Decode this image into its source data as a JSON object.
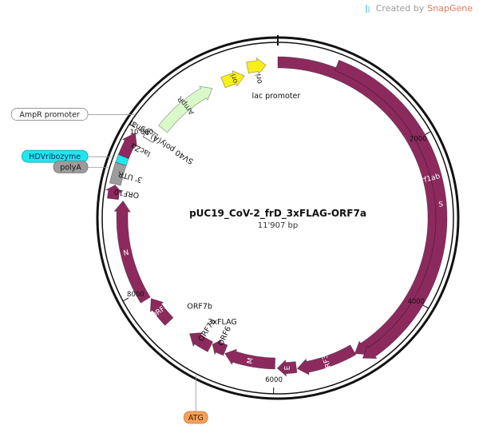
{
  "watermark": {
    "prefix": "Created by",
    "brand": "SnapGene"
  },
  "plasmid": {
    "name": "pUC19_CoV-2_frD_3xFLAG-ORF7a",
    "length_label": "11'907 bp",
    "total_bp": 11907
  },
  "ticks": [
    {
      "bp": 2000,
      "label": "2000"
    },
    {
      "bp": 4000,
      "label": "4000"
    },
    {
      "bp": 6000,
      "label": "6000"
    },
    {
      "bp": 8000,
      "label": "8000"
    },
    {
      "bp": 10000,
      "label": "10'000"
    }
  ],
  "features": [
    {
      "id": "orf1ab",
      "label": "orf1ab",
      "start": 0,
      "end": 4975,
      "dir": 1,
      "color": "#8c2a5e",
      "label_inside": true,
      "r": 195
    },
    {
      "id": "s",
      "label": "S",
      "start": 700,
      "end": 4920,
      "dir": 1,
      "color": "#8c2a5e",
      "label_inside": true,
      "r": 205
    },
    {
      "id": "orf3a",
      "label": "ORF3a",
      "start": 4970,
      "end": 5710,
      "dir": 1,
      "color": "#8c2a5e",
      "label_inside": true,
      "r": 190
    },
    {
      "id": "e",
      "label": "E",
      "start": 5720,
      "end": 5960,
      "dir": 1,
      "color": "#8c2a5e",
      "label_inside": true,
      "r": 188
    },
    {
      "id": "m",
      "label": "M",
      "start": 5990,
      "end": 6660,
      "dir": 1,
      "color": "#8c2a5e",
      "label_inside": true,
      "r": 182
    },
    {
      "id": "orf6",
      "label": "ORF6",
      "start": 6670,
      "end": 6860,
      "dir": 1,
      "color": "#8c2a5e",
      "label_inside": false,
      "r": 178
    },
    {
      "id": "orf7a",
      "label": "ORF7a",
      "start": 6870,
      "end": 7190,
      "dir": 1,
      "color": "#8c2a5e",
      "label_inside": false,
      "r": 182
    },
    {
      "id": "orf8",
      "label": "ORF8",
      "start": 7490,
      "end": 7860,
      "dir": 1,
      "color": "#8c2a5e",
      "label_inside": true,
      "r": 188
    },
    {
      "id": "n",
      "label": "N",
      "start": 7880,
      "end": 9140,
      "dir": 1,
      "color": "#8c2a5e",
      "label_inside": true,
      "r": 195
    },
    {
      "id": "orf10",
      "label": "ORF10",
      "start": 9150,
      "end": 9310,
      "dir": 1,
      "color": "#8c2a5e",
      "label_inside": false,
      "r": 208
    },
    {
      "id": "utr3",
      "label": "3' UTR",
      "start": 9320,
      "end": 9560,
      "dir": 0,
      "color": "#9c9c9c",
      "label_inside": false,
      "r": 208
    },
    {
      "id": "hdv",
      "label": "",
      "start": 9560,
      "end": 9650,
      "dir": 0,
      "color": "#22e5ee",
      "label_inside": false,
      "r": 208
    },
    {
      "id": "lacz",
      "label": "lacZα",
      "start": 9650,
      "end": 9950,
      "dir": 1,
      "color": "#8c2a5e",
      "label_inside": false,
      "r": 208
    },
    {
      "id": "sv40",
      "label": "SV40 poly(A) signal",
      "start": 9960,
      "end": 10080,
      "dir": 0,
      "color": "#ffffff",
      "label_inside": false,
      "r": 190
    },
    {
      "id": "ampr",
      "label": "AmpR",
      "start": 10180,
      "end": 11020,
      "dir": 1,
      "color": "#d9f9c9",
      "label_inside": true,
      "r": 182
    },
    {
      "id": "ori1",
      "label": "ori",
      "start": 11180,
      "end": 11470,
      "dir": 1,
      "color": "#f8ef1a",
      "label_inside": true,
      "r": 183
    },
    {
      "id": "ori2",
      "label": "ori",
      "start": 11530,
      "end": 11760,
      "dir": 1,
      "color": "#f8ef1a",
      "label_inside": false,
      "r": 192
    }
  ],
  "small_features": [
    {
      "id": "orf7b",
      "label": "ORF7b",
      "bp": 7300
    },
    {
      "id": "lac_promoter",
      "label": "lac promoter",
      "bp": 11880
    },
    {
      "id": "3xflag",
      "label": "3xFLAG",
      "bp": 6865
    }
  ],
  "callouts": [
    {
      "id": "ampr-promoter",
      "label": "AmpR promoter",
      "bp": 10110,
      "bg": "#ffffff",
      "border": "#888888",
      "text_color": "#222222"
    },
    {
      "id": "hdv-ribozyme",
      "label": "HDVribozyme",
      "bp": 9600,
      "bg": "#22e5ee",
      "border": "#17a9b0",
      "text_color": "#0b2a55"
    },
    {
      "id": "polya",
      "label": "polyA",
      "bp": 9480,
      "bg": "#9c9c9c",
      "border": "#777777",
      "text_color": "#111111"
    },
    {
      "id": "atg",
      "label": "ATG",
      "bp": 6865,
      "bg": "#f5a05a",
      "border": "#c9773a",
      "text_color": "#3a1c0a"
    }
  ],
  "colors": {
    "backbone": "#111111",
    "text": "#111111"
  }
}
